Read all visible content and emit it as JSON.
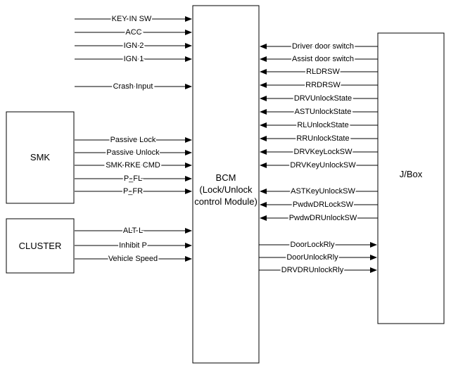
{
  "blocks": {
    "bcm": [
      "BCM",
      "(Lock/Unlock",
      "control Module)"
    ],
    "smk": "SMK",
    "cluster": "CLUSTER",
    "jbox": "J/Box"
  },
  "signals": {
    "key_in_sw": "KEY IN SW",
    "acc": "ACC",
    "ign2": "IGN 2",
    "ign1": "IGN 1",
    "crash_input": "Crash Input",
    "passive_lock": "Passive Lock",
    "passive_unlock": "Passive Unlock",
    "smk_rke_cmd": "SMK RKE CMD",
    "p_fl": "P_FL",
    "p_fr": "P_FR",
    "alt_l": "ALT L",
    "inhibit_p": "Inhibit P",
    "vehicle_speed": "Vehicle Speed",
    "driver_door_switch": "Driver door switch",
    "assist_door_switch": "Assist door switch",
    "rldrsw": "RLDRSW",
    "rrdrsw": "RRDRSW",
    "drv_unlock_state": "DRVUnlockState",
    "ast_unlock_state": "ASTUnlockState",
    "rl_unlock_state": "RLUnlockState",
    "rr_unlock_state": "RRUnlockState",
    "drv_key_lock_sw": "DRVKeyLockSW",
    "drv_key_unlock_sw": "DRVKeyUnlockSW",
    "ast_key_unlock_sw": "ASTKeyUnlockSW",
    "pwdw_dr_lock_sw": "PwdwDRLockSW",
    "pwdw_dr_unlock_sw": "PwdwDRUnlockSW",
    "door_lock_rly": "DoorLockRly",
    "door_unlock_rly": "DoorUnlockRly",
    "drvdr_unlock_rly": "DRVDRUnlockRly"
  }
}
